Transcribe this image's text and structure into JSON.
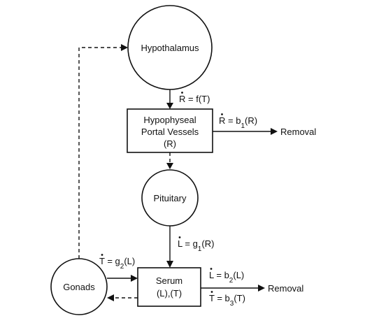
{
  "nodes": {
    "hypothalamus": {
      "label": "Hypothalamus"
    },
    "hypophyseal": {
      "line1": "Hypophyseal",
      "line2": "Portal Vessels",
      "line3": "(R)"
    },
    "pituitary": {
      "label": "Pituitary"
    },
    "serum": {
      "line1": "Serum",
      "line2": "(L),(T)"
    },
    "gonads": {
      "label": "Gonads"
    }
  },
  "equations": {
    "r_rate": {
      "lhs": "R",
      "rhs": " = f(T)"
    },
    "r_removal": {
      "lhs": "R",
      "rhs": " = b",
      "sub": "1",
      "tail": "(R)"
    },
    "l_input": {
      "lhs": "L",
      "rhs": " = g",
      "sub": "1",
      "tail": "(R)"
    },
    "t_input": {
      "lhs": "T",
      "rhs": " = g",
      "sub": "2",
      "tail": "(L)"
    },
    "l_removal": {
      "lhs": "L",
      "rhs": " = b",
      "sub": "2",
      "tail": "(L)"
    },
    "t_removal": {
      "lhs": "T",
      "rhs": " = b",
      "sub": "3",
      "tail": "(T)"
    }
  },
  "outputs": {
    "removal_top": "Removal",
    "removal_bottom": "Removal"
  }
}
